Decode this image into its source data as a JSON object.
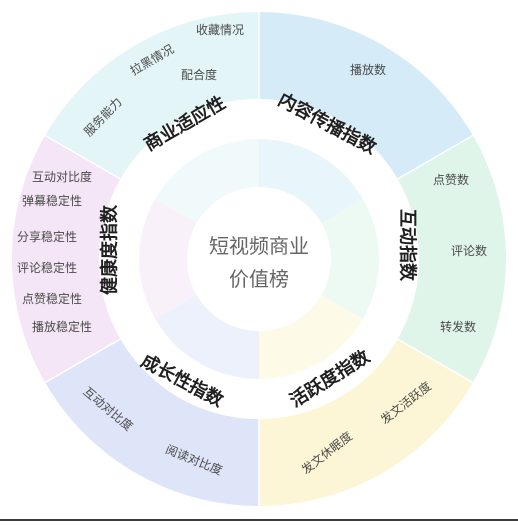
{
  "center": {
    "line1": "短视频商业",
    "line2": "价值榜"
  },
  "sectors": [
    {
      "id": "content",
      "title": "内容传播指数",
      "color": "#d5ecf8",
      "items": [
        "播放数"
      ]
    },
    {
      "id": "interaction",
      "title": "互动指数",
      "color": "#dff5e9",
      "items": [
        "点赞数",
        "评论数",
        "转发数"
      ]
    },
    {
      "id": "activity",
      "title": "活跃度指数",
      "color": "#fdf6d6",
      "items": [
        "发文活跃度",
        "发文休眠度"
      ]
    },
    {
      "id": "growth",
      "title": "成长性指数",
      "color": "#dfe5f9",
      "items": [
        "互动对比度",
        "阅读对比度"
      ]
    },
    {
      "id": "health",
      "title": "健康度指数",
      "color": "#f4e6f6",
      "items": [
        "互动对比度",
        "弹幕稳定性",
        "分享稳定性",
        "评论稳定性",
        "点赞稳定性",
        "播放稳定性"
      ]
    },
    {
      "id": "commercial",
      "title": "商业适应性",
      "color": "#e3f5f7",
      "items": [
        "服务能力",
        "拉黑情况",
        "收藏情况",
        "配合度"
      ]
    }
  ]
}
